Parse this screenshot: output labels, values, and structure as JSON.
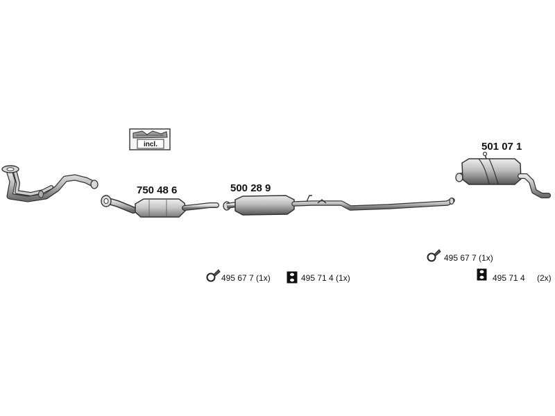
{
  "colors": {
    "stroke": "#333333",
    "pipe_light": "#e2e2e2",
    "pipe_mid": "#b8b8b8",
    "pipe_dark": "#6a6a6a",
    "body_dark": "#4a4a4a",
    "text": "#111111",
    "background": "#ffffff"
  },
  "kit_badge": {
    "label": "incl."
  },
  "parts": {
    "catalytic_converter": {
      "part_number": "750 48 6"
    },
    "middle_silencer": {
      "part_number": "500 28 9"
    },
    "rear_silencer": {
      "part_number": "501 07 1"
    }
  },
  "accessories": {
    "group1": {
      "clamp": {
        "text": "495 67 7 (1x)",
        "icon": "pipe-clamp-icon"
      },
      "hanger": {
        "text": "495 71 4 (1x)",
        "icon": "rubber-hanger-icon"
      }
    },
    "group2": {
      "clamp": {
        "text": "495 67 7 (1x)",
        "icon": "pipe-clamp-icon"
      },
      "hanger": {
        "text": "495 71 4",
        "qty": "(2x)",
        "icon": "rubber-hanger-icon"
      }
    }
  }
}
